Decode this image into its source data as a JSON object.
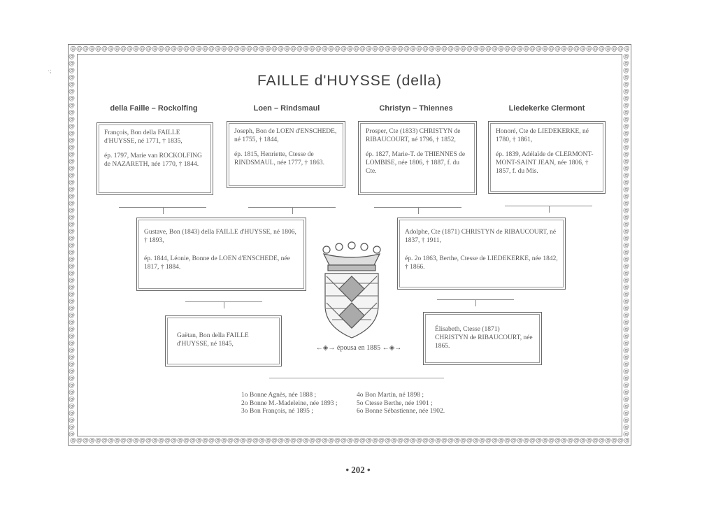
{
  "title": "FAILLE d'HUYSSE (della)",
  "branches": [
    "della Faille – Rockolfing",
    "Loen – Rindsmaul",
    "Christyn – Thiennes",
    "Liedekerke Clermont"
  ],
  "gen1": [
    {
      "line1": "François, Bon della FAILLE d'HUYSSE, né 1771, † 1835,",
      "line2": "ép. 1797, Marie van ROCKOLFING de NAZARETH, née 1770, † 1844."
    },
    {
      "line1": "Joseph, Bon de LOEN d'ENSCHEDE, né 1755, † 1844,",
      "line2": "ép. 1815, Henriette, Ctesse de RINDSMAUL, née 1777, † 1863."
    },
    {
      "line1": "Prosper, Cte (1833) CHRISTYN de RIBAUCOURT, né 1796, † 1852,",
      "line2": "ép. 1827, Marie-T. de THIENNES de LOMBISE, née 1806, † 1887, f. du Cte."
    },
    {
      "line1": "Honoré, Cte de LIEDEKERKE, né 1780, † 1861,",
      "line2": "ép. 1839, Adélaïde de CLERMONT-MONT-SAINT JEAN, née 1806, † 1857, f. du Mis."
    }
  ],
  "gen2": [
    {
      "line1": "Gustave, Bon (1843) della FAILLE d'HUYSSE, né 1806, † 1893,",
      "line2": "ép. 1844, Léonie, Bonne de LOEN d'ENSCHEDE, née 1817, † 1884."
    },
    {
      "line1": "Adolphe, Cte (1871) CHRISTYN de RIBAUCOURT, né 1837, † 1911,",
      "line2": "ép. 2o 1863, Berthe, Ctesse de LIEDEKERKE, née 1842, † 1866."
    }
  ],
  "gen3": [
    {
      "text": "Gaëtan, Bon della FAILLE d'HUYSSE, né 1845,"
    },
    {
      "text": "Élisabeth, Ctesse (1871) CHRISTYN de RIBAUCOURT, née 1865."
    }
  ],
  "marriage": "←◈→ épousa en 1885 ←◈→",
  "children_left": [
    "1o Bonne Agnès, née 1888 ;",
    "2o Bonne M.-Madeleine, née 1893 ;",
    "3o Bon François, né 1895 ;"
  ],
  "children_right": [
    "4o Bon Martin, né 1898 ;",
    "5o Ctesse Berthe, née 1901 ;",
    "6o Bonne Sébastienne, née 1902."
  ],
  "page_number": "• 202 •",
  "colors": {
    "ink": "#4a4a4a",
    "paper": "#ffffff",
    "rule": "#7a7a7a"
  }
}
